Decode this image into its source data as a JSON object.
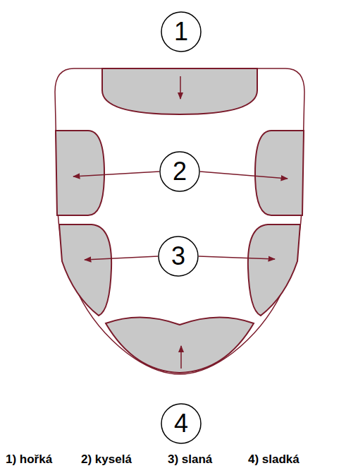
{
  "diagram": {
    "nodes": [
      {
        "text": [
          "1"
        ]
      },
      {
        "text": [
          "2"
        ]
      },
      {
        "text": [
          "3"
        ]
      },
      {
        "text": [
          "4"
        ]
      }
    ],
    "labels": [
      "1) hořká",
      "2) kyselá",
      "3) slaná",
      "4) sladká"
    ]
  }
}
